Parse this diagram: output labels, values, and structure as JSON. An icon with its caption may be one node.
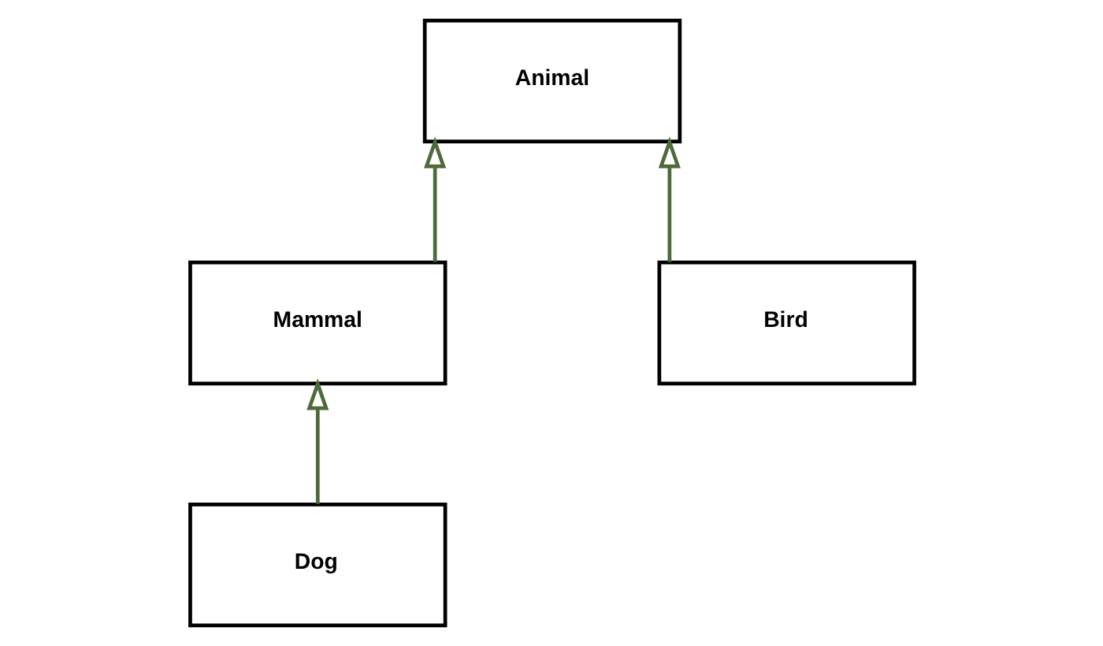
{
  "diagram": {
    "nodes": [
      {
        "text": [
          "Animal"
        ]
      },
      {
        "text": [
          "Mammal"
        ]
      },
      {
        "text": [
          "Bird"
        ]
      },
      {
        "text": [
          "Dog"
        ]
      }
    ],
    "edges": [
      {
        "from": 1,
        "to": 0,
        "arrow": "to"
      },
      {
        "from": 2,
        "to": 0,
        "arrow": "to"
      },
      {
        "from": 3,
        "to": 1,
        "arrow": "to"
      }
    ]
  }
}
